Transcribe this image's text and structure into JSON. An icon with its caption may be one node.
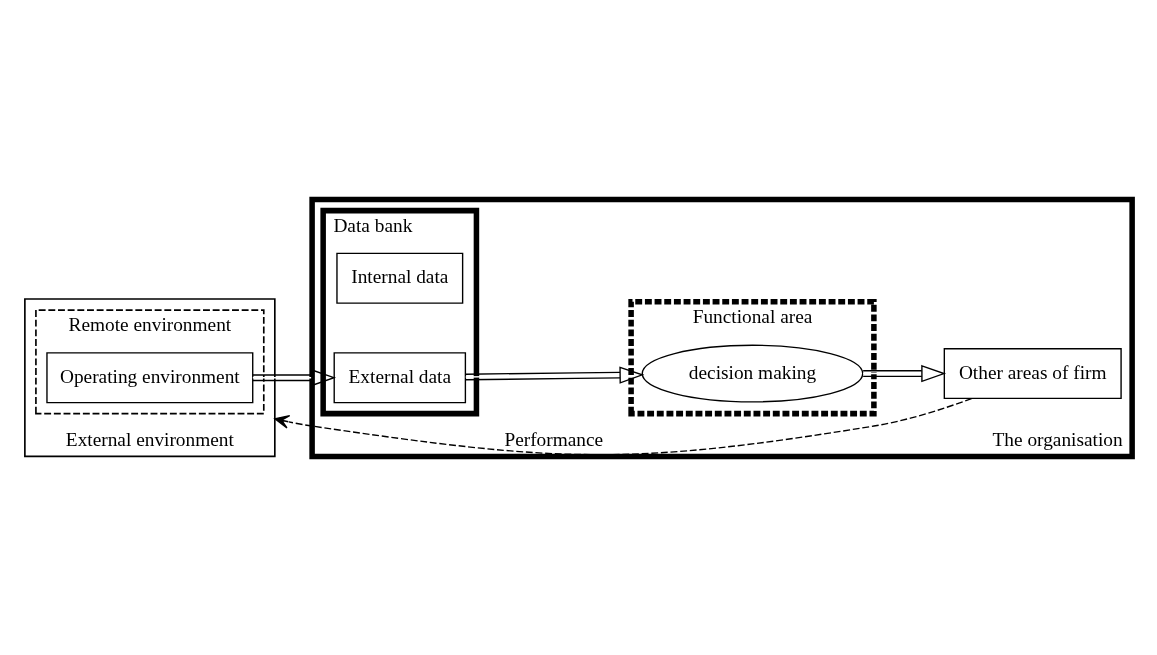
{
  "diagram": {
    "nodes": [
      {
        "text": [
          "External environment"
        ]
      },
      {
        "text": [
          "Remote environment"
        ],
        "in": 0
      },
      {
        "text": [
          "Operating environment"
        ],
        "in": 1
      },
      {
        "text": [
          "The organisation"
        ]
      },
      {
        "text": [
          "Data bank"
        ],
        "in": 3
      },
      {
        "text": [
          "Internal data"
        ],
        "in": 4
      },
      {
        "text": [
          "External data"
        ],
        "in": 4
      },
      {
        "text": [
          "Functional area"
        ],
        "in": 3
      },
      {
        "text": [
          "decision making"
        ],
        "in": 7
      },
      {
        "text": [
          "Other areas of firm"
        ],
        "in": 3
      }
    ],
    "edges": [
      {
        "from": 2,
        "to": 6,
        "arrow": "to"
      },
      {
        "from": 6,
        "to": 8,
        "arrow": "to"
      },
      {
        "from": 8,
        "to": 9,
        "arrow": "to"
      },
      {
        "from": 9,
        "to": 0,
        "arrow": "to",
        "style": "dashed",
        "label": "Performance"
      }
    ]
  }
}
